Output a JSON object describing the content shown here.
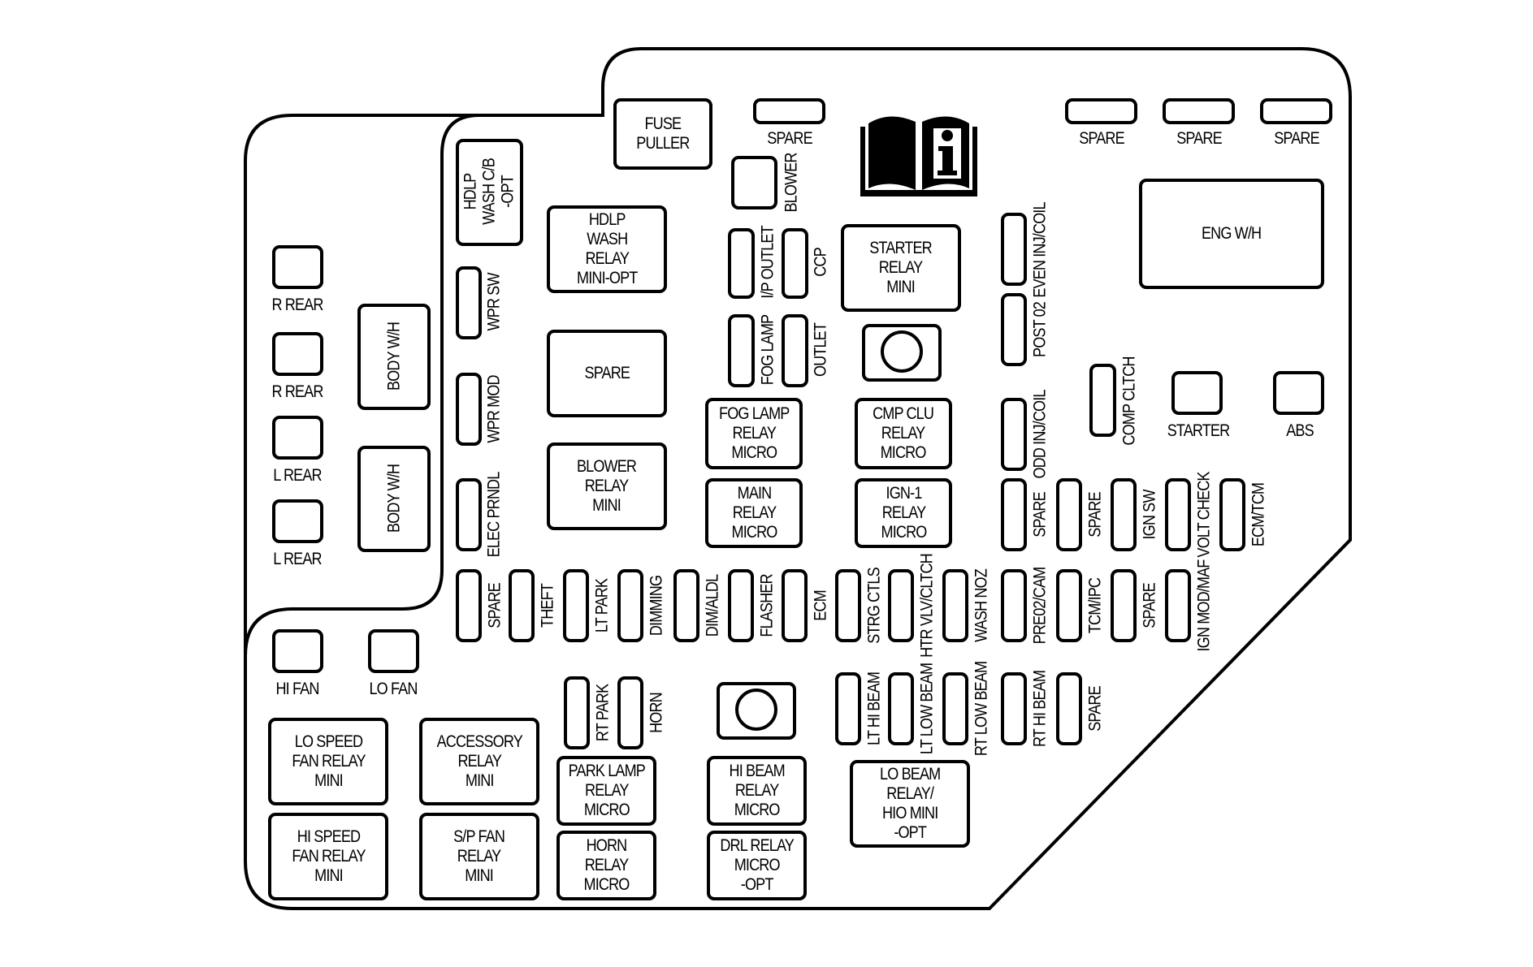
{
  "fuses": {
    "spare_top_1": "SPARE",
    "spare_top_2": "SPARE",
    "spare_top_3": "SPARE",
    "spare_top_4": "SPARE",
    "fuse_puller": "FUSE\nPULLER",
    "blower": "BLOWER",
    "eng_wh": "ENG W/H",
    "hdlp_wash_cb": "HDLP\nWASH C/B\n-OPT",
    "hdlp_wash_relay": "HDLP\nWASH\nRELAY\nMINI-OPT",
    "ip_outlet": "I/P OUTLET",
    "ccp": "CCP",
    "starter_relay": "STARTER\nRELAY\nMINI",
    "even_inj_coil": "EVEN INJ/COIL",
    "r_rear_1": "R REAR",
    "r_rear_2": "R REAR",
    "l_rear_1": "L REAR",
    "l_rear_2": "L REAR",
    "body_wh_1": "BODY W/H",
    "body_wh_2": "BODY W/H",
    "wpr_sw": "WPR SW",
    "spare_relay": "SPARE",
    "fog_lamp": "FOG LAMP",
    "outlet": "OUTLET",
    "post_02": "POST 02",
    "comp_cltch": "COMP CLTCH",
    "starter": "STARTER",
    "abs": "ABS",
    "wpr_mod": "WPR MOD",
    "fog_lamp_relay": "FOG LAMP\nRELAY\nMICRO",
    "cmp_clu_relay": "CMP CLU\nRELAY\nMICRO",
    "odd_inj_coil": "ODD INJ/COIL",
    "blower_relay": "BLOWER\nRELAY\nMINI",
    "main_relay": "MAIN\nRELAY\nMICRO",
    "ign1_relay": "IGN-1\nRELAY\nMICRO",
    "elec_prndl": "ELEC PRNDL",
    "spare_mid_1": "SPARE",
    "spare_mid_2": "SPARE",
    "ign_sw": "IGN SW",
    "volt_check": "VOLT CHECK",
    "ecm_tcm": "ECM/TCM",
    "spare_row_1": "SPARE",
    "theft": "THEFT",
    "lt_park": "LT PARK",
    "dimming": "DIMMING",
    "dim_aldl": "DIM/ALDL",
    "flasher": "FLASHER",
    "ecm": "ECM",
    "strg_ctls": "STRG CTLS",
    "htr_vlv_clutch": "HTR VLV/CLTCH",
    "wash_noz": "WASH NOZ",
    "pre02_cam": "PRE02/CAM",
    "tcm_ipc": "TCM/IPC",
    "spare_row_2": "SPARE",
    "ign_mod_maf": "IGN MOD/MAF",
    "hi_fan": "HI FAN",
    "lo_fan": "LO FAN",
    "rt_park": "RT PARK",
    "horn": "HORN",
    "lt_hi_beam": "LT HI BEAM",
    "lt_low_beam": "LT LOW BEAM",
    "rt_low_beam": "RT LOW BEAM",
    "rt_hi_beam": "RT HI BEAM",
    "spare_beam": "SPARE",
    "lo_speed_fan_relay": "LO SPEED\nFAN RELAY\nMINI",
    "accessory_relay": "ACCESSORY\nRELAY\nMINI",
    "park_lamp_relay": "PARK LAMP\nRELAY\nMICRO",
    "hi_beam_relay": "HI BEAM\nRELAY\nMICRO",
    "lo_beam_relay": "LO BEAM\nRELAY/\nHIO MINI\n-OPT",
    "hi_speed_fan_relay": "HI SPEED\nFAN RELAY\nMINI",
    "sp_fan_relay": "S/P FAN\nRELAY\nMINI",
    "horn_relay": "HORN\nRELAY\nMICRO",
    "drl_relay": "DRL RELAY\nMICRO\n-OPT"
  },
  "icons": {
    "manual": "owner-manual-info-icon"
  },
  "colors": {
    "line": "#000000",
    "background": "#ffffff"
  }
}
